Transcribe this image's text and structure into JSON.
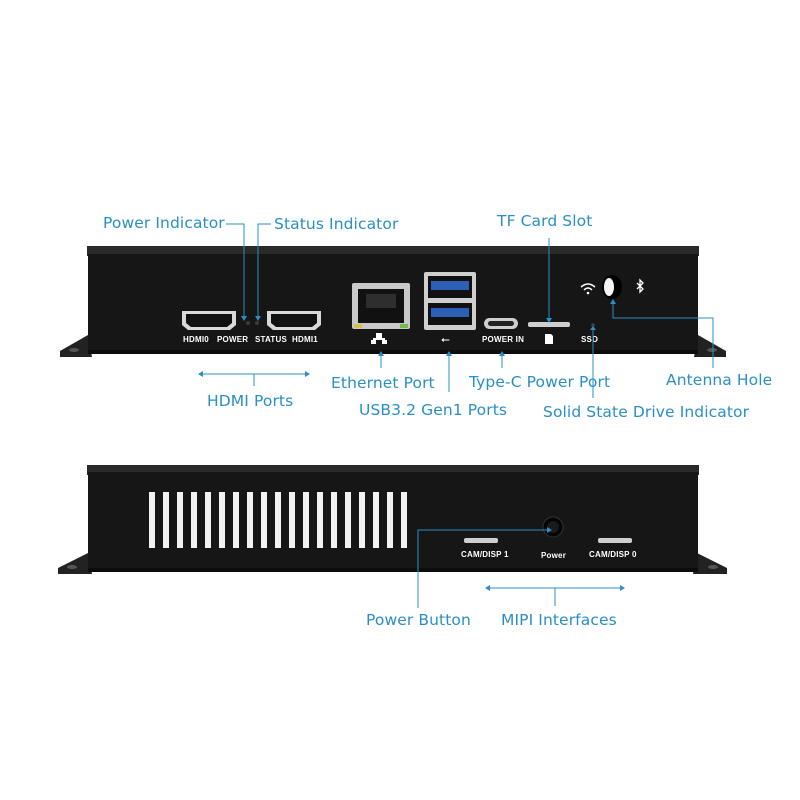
{
  "front_panel": {
    "callouts": {
      "power_indicator": "Power Indicator",
      "status_indicator": "Status Indicator",
      "tf_card_slot": "TF Card Slot",
      "hdmi_ports": "HDMI Ports",
      "ethernet_port": "Ethernet Port",
      "usb_ports": "USB3.2 Gen1 Ports",
      "type_c_power_port": "Type-C Power Port",
      "antenna_hole": "Antenna Hole",
      "ssd_indicator": "Solid State Drive Indicator"
    },
    "printed_labels": {
      "hdmi0": "HDMI0",
      "power": "POWER",
      "status": "STATUS",
      "hdmi1": "HDMI1",
      "power_in": "POWER IN",
      "ssd": "SSD"
    }
  },
  "back_panel": {
    "callouts": {
      "power_button": "Power Button",
      "mipi_interfaces": "MIPI Interfaces"
    },
    "printed_labels": {
      "cam_disp_1": "CAM/DISP 1",
      "power": "Power",
      "cam_disp_0": "CAM/DISP 0"
    }
  },
  "colors": {
    "callout": "#2a8fc4",
    "enclosure": "#151515",
    "usb_blue": "#2d5fb8"
  }
}
